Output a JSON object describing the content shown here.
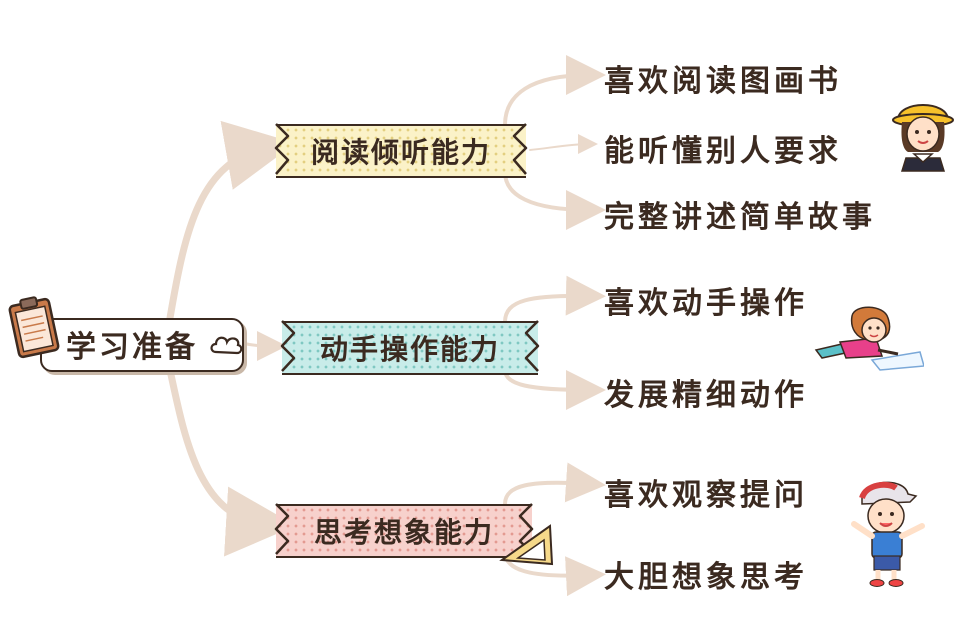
{
  "root": {
    "label": "学习准备"
  },
  "branches": [
    {
      "id": "reading",
      "label": "阅读倾听能力",
      "items": [
        "喜欢阅读图画书",
        "能听懂别人要求",
        "完整讲述简单故事"
      ]
    },
    {
      "id": "hands",
      "label": "动手操作能力",
      "items": [
        "喜欢动手操作",
        "发展精细动作"
      ]
    },
    {
      "id": "think",
      "label": "思考想象能力",
      "items": [
        "喜欢观察提问",
        "大胆想象思考"
      ]
    }
  ],
  "colors": {
    "connector": "#ead9cb",
    "text": "#3b2a20",
    "reading_tag": "#fbf2c8",
    "hands_tag": "#c8ece9",
    "think_tag": "#f7d1cc"
  },
  "icons": [
    "clipboard-icon",
    "cloud-icon",
    "girl-with-hat-icon",
    "girl-drawing-icon",
    "boy-waving-icon",
    "set-square-icon"
  ]
}
